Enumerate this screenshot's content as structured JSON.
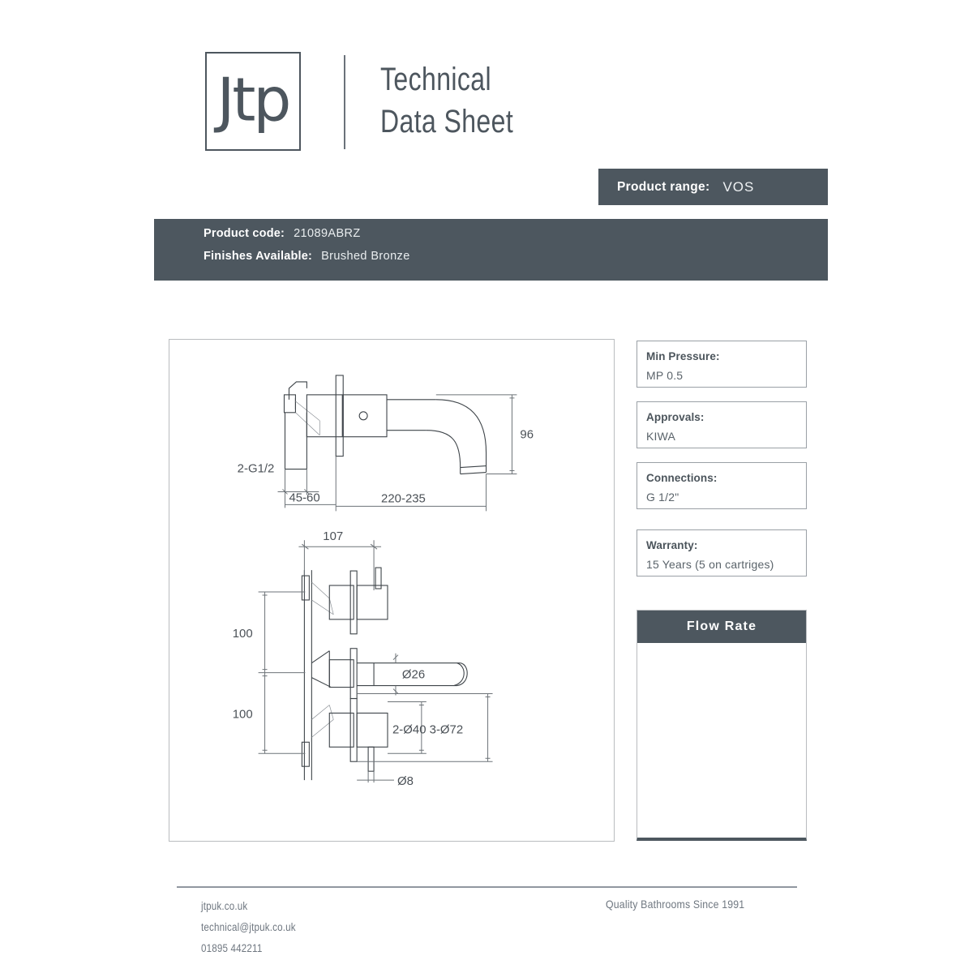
{
  "header": {
    "logo_text": "Jtp",
    "title_line1": "Technical",
    "title_line2": "Data Sheet"
  },
  "product_range": {
    "label": "Product range:",
    "value": "VOS"
  },
  "product_info": {
    "code_label": "Product code:",
    "code_value": "21089ABRZ",
    "finishes_label": "Finishes Available:",
    "finishes_value": "Brushed Bronze"
  },
  "specs": [
    {
      "label": "Min Pressure:",
      "value": "MP 0.5"
    },
    {
      "label": "Approvals:",
      "value": "KIWA"
    },
    {
      "label": "Connections:",
      "value": "G 1/2\""
    },
    {
      "label": "Warranty:",
      "value": "15 Years (5 on cartriges)"
    }
  ],
  "flow_rate": {
    "title": "Flow Rate",
    "body": ""
  },
  "drawing": {
    "dimensions": {
      "thread": "2-G1/2",
      "wall_depth": "45-60",
      "projection": "220-235",
      "height_drop": "96",
      "plate_width": "107",
      "spacing_upper": "100",
      "spacing_lower": "100",
      "spout_dia": "Ø26",
      "hole_dia": "2-Ø40  3-Ø72",
      "stem_dia": "Ø8"
    }
  },
  "footer": {
    "website": "jtpuk.co.uk",
    "email": "technical@jtpuk.co.uk",
    "phone": "01895 442211",
    "tagline": "Quality Bathrooms Since 1991"
  },
  "colors": {
    "slate": "#4d575f",
    "text": "#4b545b",
    "muted": "#6f7780"
  }
}
